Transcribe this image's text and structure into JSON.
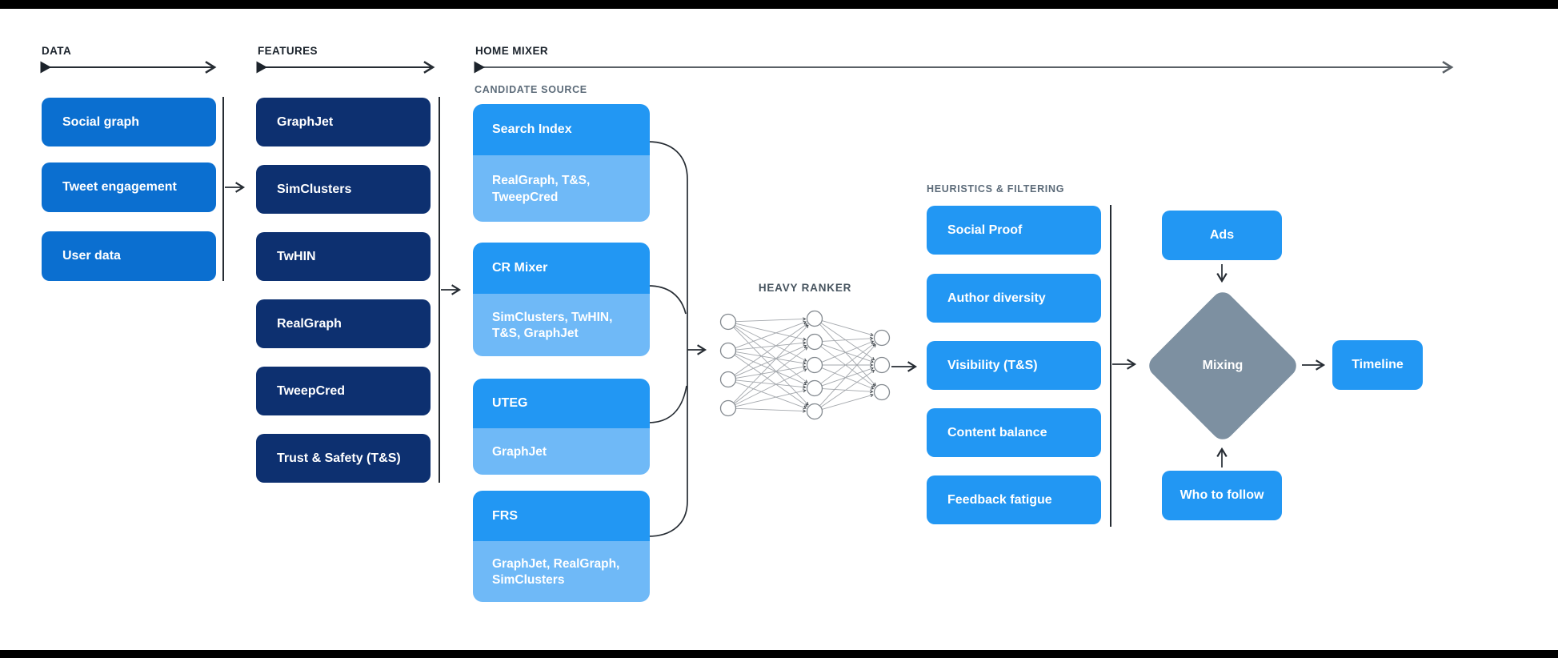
{
  "colors": {
    "box-blue": "#0b6fd0",
    "box-navy": "#0d3070",
    "box-bright": "#2297f3",
    "box-light": "#6fb9f7",
    "diamond-gray": "#7d90a1",
    "line-dark": "#262c33",
    "line-gray": "#5a6066",
    "label-dark": "#1b232c",
    "label-gray": "#5c6b79",
    "ranker-label": "#47545f",
    "frame-black": "#000000"
  },
  "sections": {
    "data": {
      "label": "DATA",
      "items": [
        "Social graph",
        "Tweet engagement",
        "User data"
      ]
    },
    "features": {
      "label": "FEATURES",
      "items": [
        "GraphJet",
        "SimClusters",
        "TwHIN",
        "RealGraph",
        "TweepCred",
        "Trust & Safety (T&S)"
      ]
    },
    "home_mixer": {
      "label": "HOME MIXER",
      "candidate_source": {
        "label": "CANDIDATE SOURCE",
        "groups": [
          {
            "title": "Search Index",
            "features": "RealGraph, T&S, TweepCred"
          },
          {
            "title": "CR Mixer",
            "features": "SimClusters, TwHIN, T&S, GraphJet"
          },
          {
            "title": "UTEG",
            "features": "GraphJet"
          },
          {
            "title": "FRS",
            "features": "GraphJet, RealGraph, SimClusters"
          }
        ]
      },
      "heavy_ranker": {
        "label": "HEAVY RANKER",
        "layers": [
          4,
          5,
          3
        ]
      },
      "heuristics": {
        "label": "HEURISTICS & FILTERING",
        "items": [
          "Social Proof",
          "Author diversity",
          "Visibility (T&S)",
          "Content balance",
          "Feedback fatigue"
        ]
      },
      "mixing": {
        "ads": "Ads",
        "diamond": "Mixing",
        "who_to_follow": "Who to follow"
      }
    },
    "timeline": {
      "label": "Timeline"
    }
  }
}
